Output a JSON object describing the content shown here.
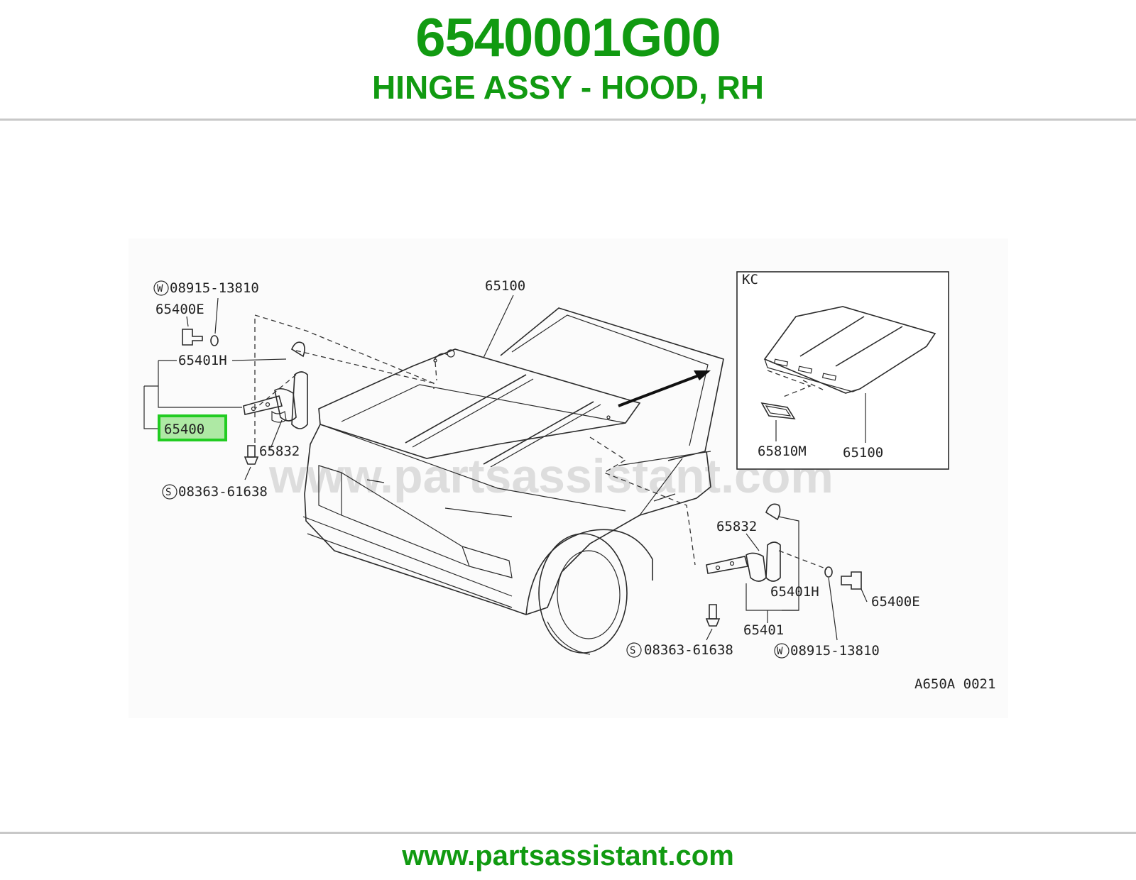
{
  "header": {
    "part_number": "6540001G00",
    "part_name": "HINGE ASSY - HOOD, RH"
  },
  "footer": {
    "url": "www.partsassistant.com"
  },
  "diagram": {
    "watermark": "www.partsassistant.com",
    "figure_code": "A650A 0021",
    "inset_label": "KC",
    "highlight_color": "#22cc22",
    "labels": {
      "left_washer": "08915-13810",
      "left_washer_mark": "W",
      "left_bolt_e": "65400E",
      "left_hinge_h": "65401H",
      "highlighted_part": "65400",
      "left_bracket": "65832",
      "left_screw": "08363-61638",
      "left_screw_mark": "S",
      "hood": "65100",
      "inset_grille": "65810M",
      "inset_hood": "65100",
      "right_bracket": "65832",
      "right_hinge_h": "65401H",
      "right_bolt_e": "65400E",
      "right_hinge": "65401",
      "right_screw": "08363-61638",
      "right_screw_mark": "S",
      "right_washer": "08915-13810",
      "right_washer_mark": "W"
    }
  }
}
